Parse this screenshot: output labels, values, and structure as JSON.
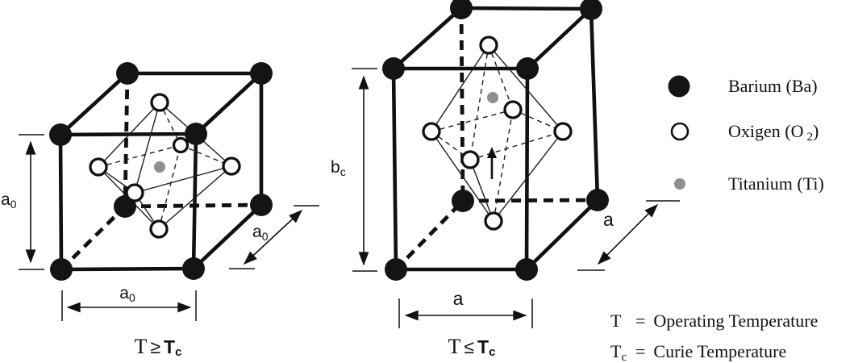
{
  "figure": {
    "left_cell": {
      "name": "cubic-unit-cell-above-curie-temperature",
      "condition": {
        "t": "T",
        "op": "≥",
        "tc_base": "T",
        "tc_sub": "c"
      },
      "dim_height": {
        "base": "a",
        "sub": "0"
      },
      "dim_width": {
        "base": "a",
        "sub": "0"
      },
      "dim_depth": {
        "base": "a",
        "sub": "0"
      }
    },
    "right_cell": {
      "name": "tetragonal-unit-cell-below-curie-temperature",
      "condition": {
        "t": "T",
        "op": "≤",
        "tc_base": "T",
        "tc_sub": "c"
      },
      "dim_height": {
        "base": "b",
        "sub": "c"
      },
      "dim_width": {
        "base": "a",
        "sub": ""
      },
      "dim_depth": {
        "base": "a",
        "sub": ""
      }
    },
    "legend": {
      "barium": {
        "icon": "filled-black-circle",
        "label": "Barium (Ba)"
      },
      "oxygen": {
        "icon": "open-circle",
        "label_pre": "Oxigen (O",
        "label_sub": "2",
        "label_post": ")"
      },
      "titanium": {
        "icon": "small-gray-circle",
        "label": "Titanium (Ti)"
      }
    },
    "footnotes": {
      "line1": {
        "sym_base": "T",
        "sym_sub": "",
        "eq": "=",
        "text": "Operating Temperature"
      },
      "line2": {
        "sym_base": "T",
        "sym_sub": "c",
        "eq": "=",
        "text": "Curie Temperature"
      }
    },
    "colors": {
      "ink": "#111111",
      "titanium_gray": "#8f8f8f",
      "background": "#ffffff"
    }
  }
}
